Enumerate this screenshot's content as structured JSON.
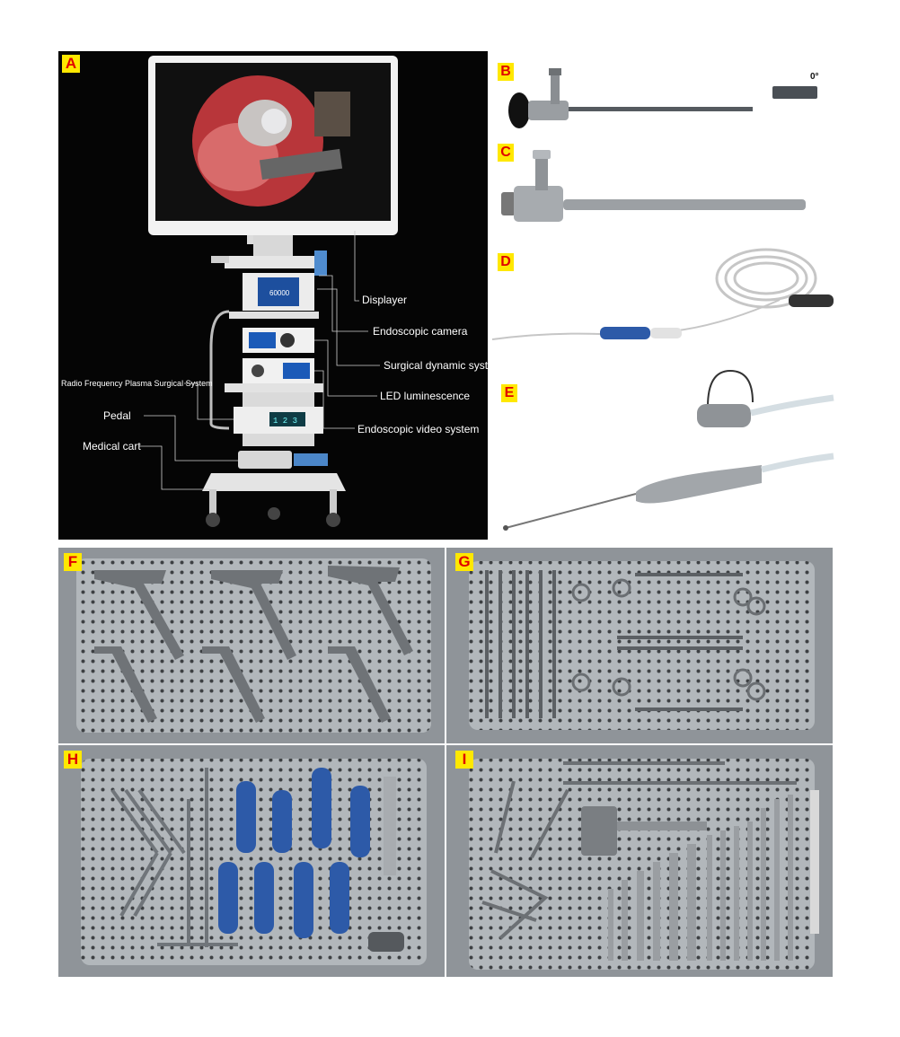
{
  "panels": {
    "a": {
      "badge": "A"
    },
    "b": {
      "badge": "B",
      "angle": "0°"
    },
    "c": {
      "badge": "C"
    },
    "d": {
      "badge": "D"
    },
    "e": {
      "badge": "E"
    },
    "f": {
      "badge": "F"
    },
    "g": {
      "badge": "G"
    },
    "h": {
      "badge": "H"
    },
    "i": {
      "badge": "I"
    }
  },
  "callouts": {
    "displayer": "Displayer",
    "endoscopic_camera": "Endoscopic camera",
    "surgical_dynamic_system": "Surgical dynamic system",
    "led_luminescence": "LED luminescence",
    "endoscopic_video_system": "Endoscopic video system",
    "rf_plasma": "Radio Frequency Plasma Surgical System",
    "pedal": "Pedal",
    "medical_cart": "Medical cart"
  },
  "device_screens": {
    "surgical_dynamic_value": "60000",
    "rf_display": "1 2 3"
  },
  "colors": {
    "badge_bg": "#ffe800",
    "badge_text": "#e00000",
    "tray_metal": "#9aa0a6",
    "handle_blue": "#2d5aa8"
  }
}
